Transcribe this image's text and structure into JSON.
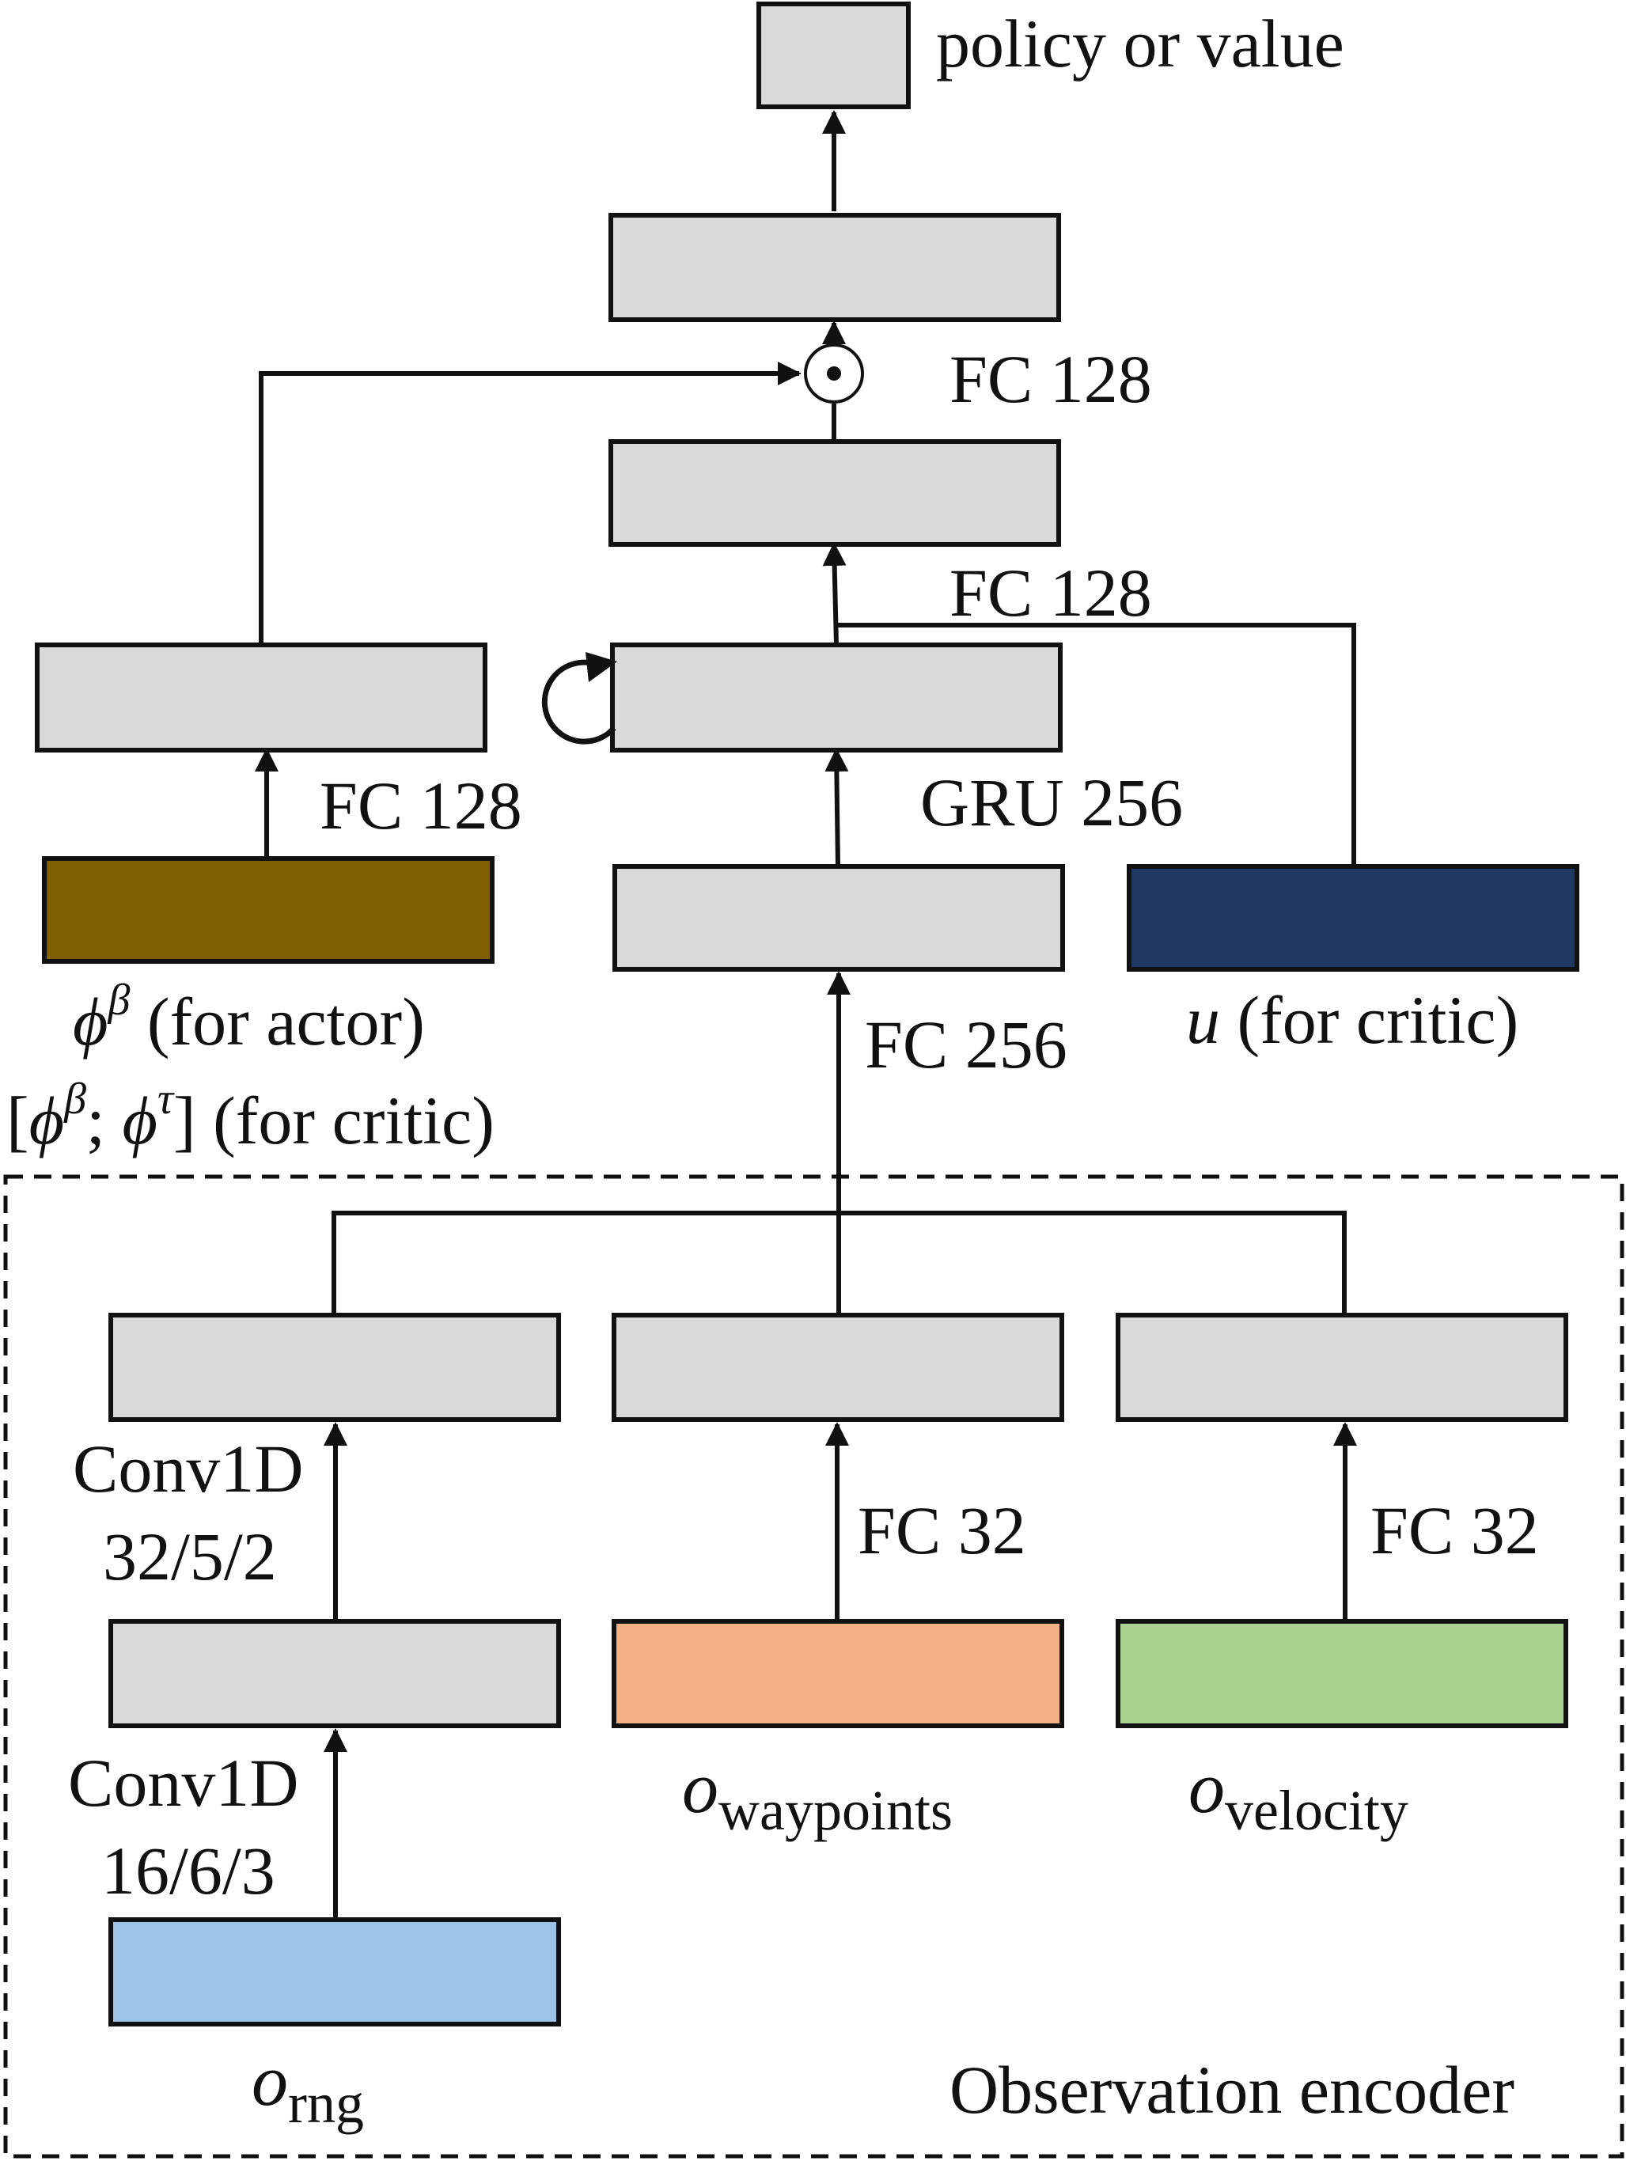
{
  "colors": {
    "layer_fill": "#d9d9d9",
    "phi_input": "#7f6000",
    "u_input": "#203864",
    "waypoints_input": "#f2b084",
    "velocity_input": "#a9d18e",
    "rng_input": "#9dc3e6"
  },
  "labels": {
    "output": "policy or value",
    "fc128_top": "FC 128",
    "fc128_mid": "FC 128",
    "fc128_left": "FC 128",
    "gru": "GRU 256",
    "fc256": "FC 256",
    "conv1d_a_line1": "Conv1D",
    "conv1d_a_line2": "32/5/2",
    "conv1d_b_line1": "Conv1D",
    "conv1d_b_line2": "16/6/3",
    "fc32_waypoints": "FC 32",
    "fc32_velocity": "FC 32",
    "encoder": "Observation encoder",
    "hadamard_icon": "circled-dot-icon",
    "recurrent_icon": "loop-arrow-icon"
  },
  "inputs": {
    "phi_symbol": "ϕ",
    "phi_sup": "β",
    "phi_suffix": " (for actor)",
    "critic_open": "[",
    "critic_phi1": "ϕ",
    "critic_sup1": "β",
    "critic_sep": "; ",
    "critic_phi2": "ϕ",
    "critic_sup2": "τ",
    "critic_close": "] (for critic)",
    "u_symbol": "u",
    "u_suffix": " (for critic)",
    "o_symbol": "o",
    "waypoints_sub": "waypoints",
    "velocity_sub": "velocity",
    "rng_sub": "rng"
  }
}
